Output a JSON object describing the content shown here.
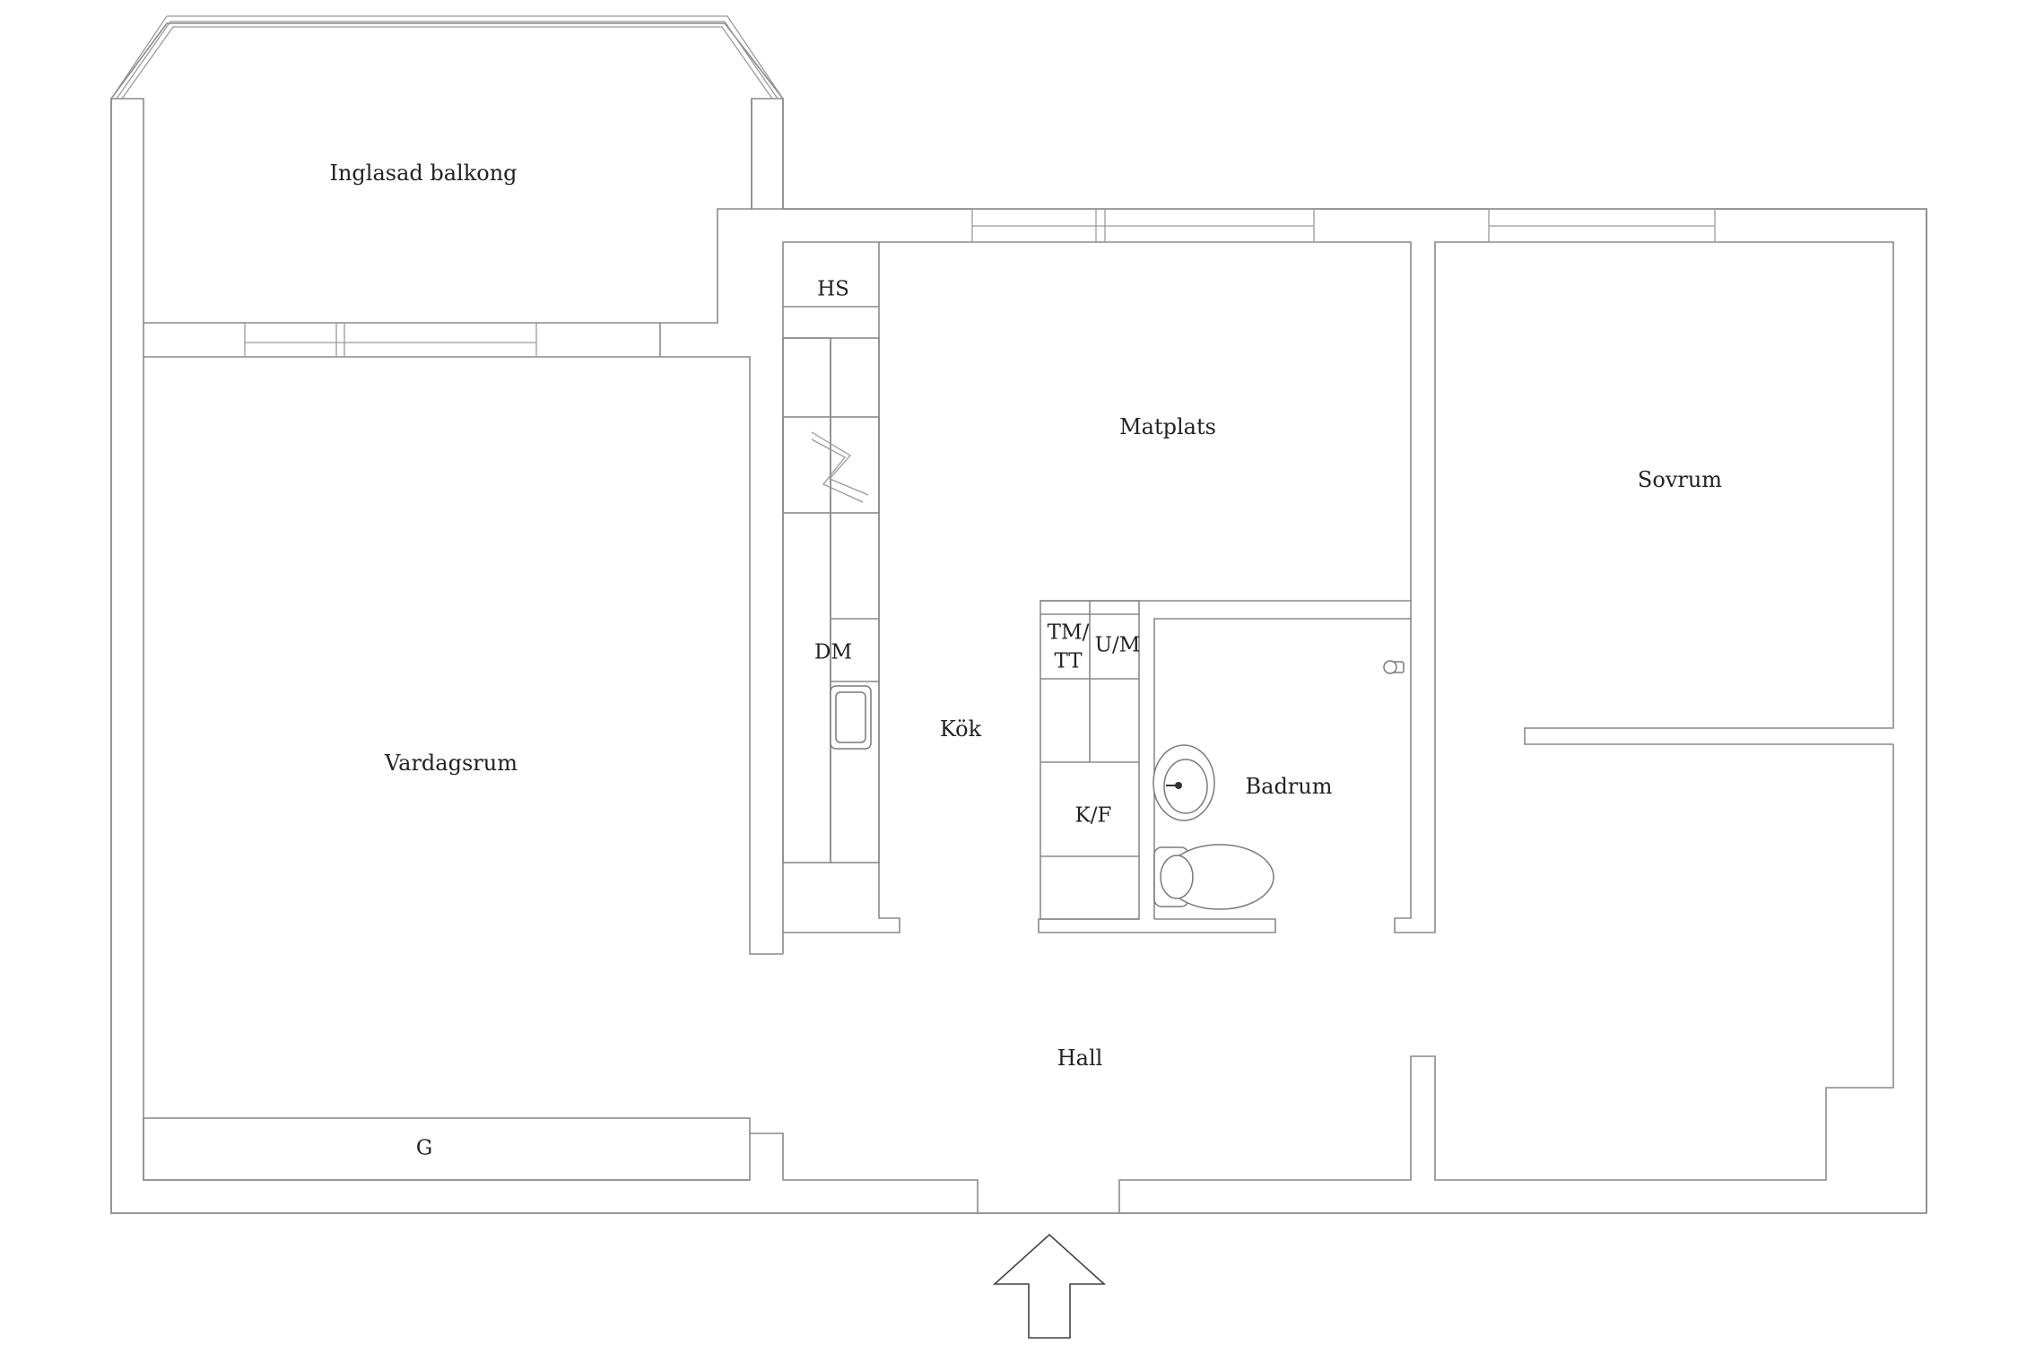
{
  "rooms": {
    "balcony": "Inglasad balkong",
    "dining": "Matplats",
    "bedroom": "Sovrum",
    "living": "Vardagsrum",
    "kitchen": "Kök",
    "bathroom": "Badrum",
    "hall": "Hall"
  },
  "fixtures": {
    "hs": "HS",
    "dm": "DM",
    "tm": "TM/",
    "tt": "TT",
    "um": "U/M",
    "kf": "K/F",
    "g": "G"
  }
}
